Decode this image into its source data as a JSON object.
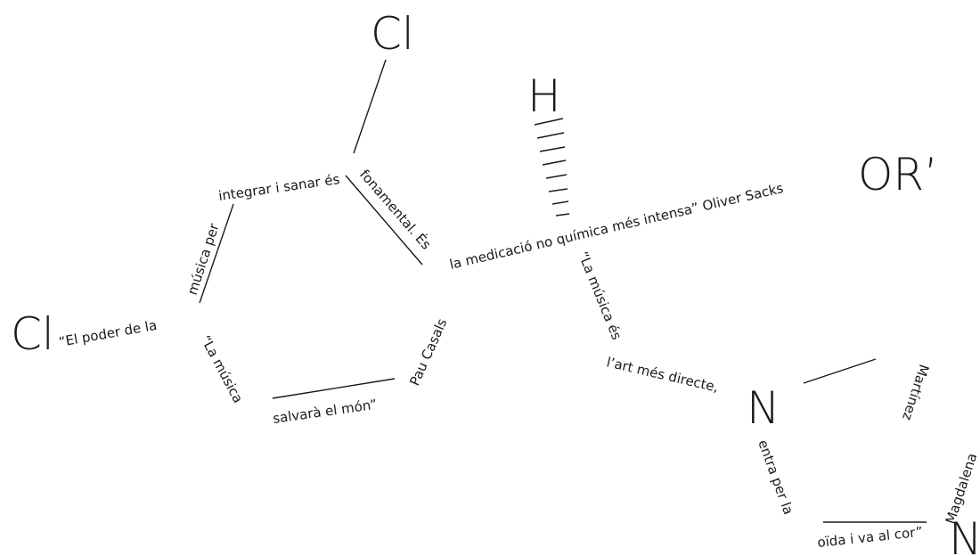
{
  "atoms": {
    "cl_top": "Cl",
    "cl_left": "Cl",
    "h": "H",
    "or": "OR’",
    "n_mid": "N",
    "n_bottom": "N"
  },
  "text_segments": {
    "poder": "“El poder de la",
    "musica_per": "música per",
    "integrar": "integrar i sanar és",
    "fonamental": "fonamental. És",
    "medicacio": "la medicació no química més intensa” Oliver Sacks",
    "la_musica_1": "“La música",
    "salvara": "salvarà el món”",
    "pau_casals": "Pau Casals",
    "la_musica_2": "“La música és",
    "art": "l’art més directe,",
    "entra": "entra per la",
    "oida": "oïda i va al cor”",
    "magdalena": "Magdalena",
    "martinez": "Martínez"
  },
  "colors": {
    "ink": "#1a1a1a",
    "background": "#ffffff"
  }
}
